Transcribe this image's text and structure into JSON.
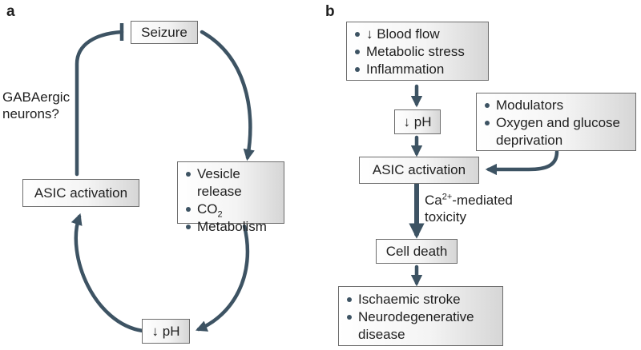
{
  "panel_a": {
    "label": "a",
    "seizure": "Seizure",
    "gaba_label_line1": "GABAergic",
    "gaba_label_line2": "neurons?",
    "asic_activation": "ASIC activation",
    "causes": [
      {
        "text": "Vesicle release"
      },
      {
        "text": "CO",
        "sub": "2"
      },
      {
        "text": "Metabolism"
      }
    ],
    "ph": "↓ pH"
  },
  "panel_b": {
    "label": "b",
    "stresses": [
      "↓ Blood flow",
      "Metabolic stress",
      "Inflammation"
    ],
    "ph": "↓ pH",
    "modulators": [
      "Modulators",
      "Oxygen and glucose deprivation"
    ],
    "asic_activation": "ASIC activation",
    "toxicity_prefix": "Ca",
    "toxicity_sup": "2+",
    "toxicity_suffix": "-mediated toxicity",
    "cell_death": "Cell death",
    "outcomes": [
      "Ischaemic stroke",
      "Neurodegenerative disease"
    ]
  },
  "colors": {
    "arrow": "#3d5363",
    "box_border": "#6d6d6d",
    "box_gradient_end": "#d6d6d6"
  }
}
